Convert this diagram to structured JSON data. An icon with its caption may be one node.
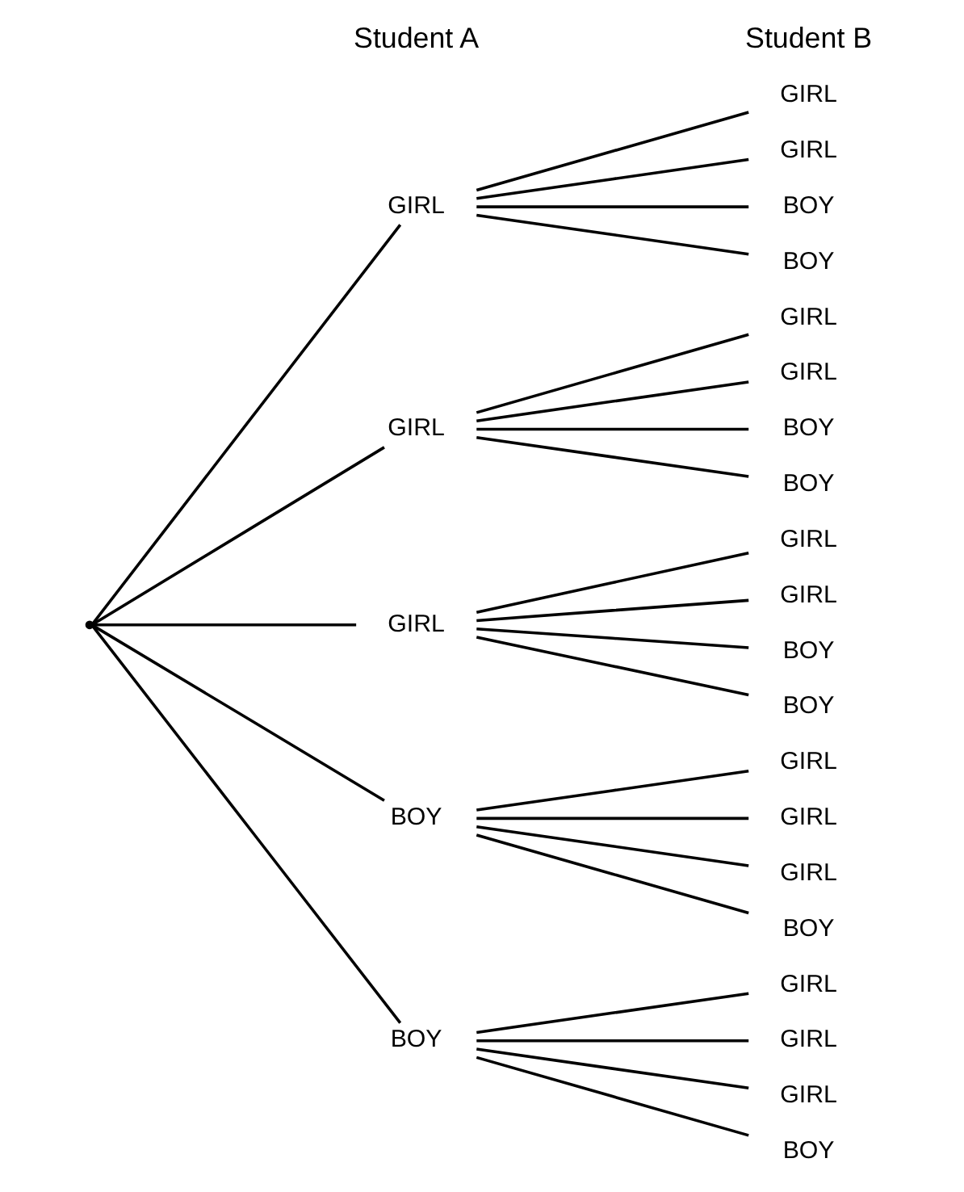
{
  "diagram": {
    "nodes": [
      {
        "text": [],
        "shape": "point"
      },
      {
        "text": [
          "BOY"
        ]
      },
      {
        "text": [
          "BOY"
        ]
      },
      {
        "text": [
          "GIRL"
        ]
      },
      {
        "text": [
          "GIRL"
        ]
      },
      {
        "text": [
          "GIRL"
        ]
      },
      {
        "text": [
          "BOY"
        ]
      },
      {
        "text": [
          "GIRL"
        ]
      },
      {
        "text": [
          "GIRL"
        ]
      },
      {
        "text": [
          "GIRL"
        ]
      },
      {
        "text": [
          "BOY"
        ]
      },
      {
        "text": [
          "GIRL"
        ]
      },
      {
        "text": [
          "GIRL"
        ]
      },
      {
        "text": [
          "GIRL"
        ]
      },
      {
        "text": [
          "BOY"
        ]
      },
      {
        "text": [
          "BOY"
        ]
      },
      {
        "text": [
          "GIRL"
        ]
      },
      {
        "text": [
          "GIRL"
        ]
      },
      {
        "text": [
          "BOY"
        ]
      },
      {
        "text": [
          "BOY"
        ]
      },
      {
        "text": [
          "GIRL"
        ]
      },
      {
        "text": [
          "GIRL"
        ]
      },
      {
        "text": [
          "BOY"
        ]
      },
      {
        "text": [
          "BOY"
        ]
      },
      {
        "text": [
          "GIRL"
        ]
      },
      {
        "text": [
          "GIRL"
        ]
      }
    ],
    "edges": [
      {
        "from": 0,
        "to": 1,
        "arrow": "none"
      },
      {
        "from": 0,
        "to": 2,
        "arrow": "none"
      },
      {
        "from": 0,
        "to": 3,
        "arrow": "none"
      },
      {
        "from": 0,
        "to": 4,
        "arrow": "none"
      },
      {
        "from": 0,
        "to": 5,
        "arrow": "none"
      },
      {
        "from": 1,
        "to": 6,
        "arrow": "none"
      },
      {
        "from": 1,
        "to": 7,
        "arrow": "none"
      },
      {
        "from": 1,
        "to": 8,
        "arrow": "none"
      },
      {
        "from": 1,
        "to": 9,
        "arrow": "none"
      },
      {
        "from": 2,
        "to": 10,
        "arrow": "none"
      },
      {
        "from": 2,
        "to": 11,
        "arrow": "none"
      },
      {
        "from": 2,
        "to": 12,
        "arrow": "none"
      },
      {
        "from": 2,
        "to": 13,
        "arrow": "none"
      },
      {
        "from": 3,
        "to": 14,
        "arrow": "none"
      },
      {
        "from": 3,
        "to": 15,
        "arrow": "none"
      },
      {
        "from": 3,
        "to": 16,
        "arrow": "none"
      },
      {
        "from": 3,
        "to": 17,
        "arrow": "none"
      },
      {
        "from": 4,
        "to": 18,
        "arrow": "none"
      },
      {
        "from": 4,
        "to": 19,
        "arrow": "none"
      },
      {
        "from": 4,
        "to": 20,
        "arrow": "none"
      },
      {
        "from": 4,
        "to": 21,
        "arrow": "none"
      },
      {
        "from": 5,
        "to": 22,
        "arrow": "none"
      },
      {
        "from": 5,
        "to": 23,
        "arrow": "none"
      },
      {
        "from": 5,
        "to": 24,
        "arrow": "none"
      },
      {
        "from": 5,
        "to": 25,
        "arrow": "none"
      }
    ],
    "labels": [
      "Student A",
      "Student B"
    ]
  }
}
